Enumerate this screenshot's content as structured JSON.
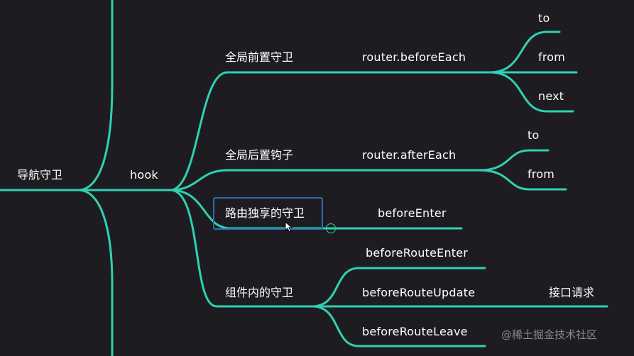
{
  "nodes": {
    "root": "导航守卫",
    "hook": "hook",
    "global_before": "全局前置守卫",
    "router_before_each": "router.beforeEach",
    "be_to": "to",
    "be_from": "from",
    "be_next": "next",
    "global_after": "全局后置钩子",
    "router_after_each": "router.afterEach",
    "ae_to": "to",
    "ae_from": "from",
    "route_exclusive": "路由独享的守卫",
    "before_enter": "beforeEnter",
    "component_guard": "组件内的守卫",
    "before_route_enter": "beforeRouteEnter",
    "before_route_update": "beforeRouteUpdate",
    "api_request": "接口请求",
    "before_route_leave": "beforeRouteLeave"
  },
  "watermark": "@稀土掘金技术社区",
  "colors": {
    "background": "#1e1c21",
    "branch": "#2fd1b2",
    "selection": "#2c6fa8"
  },
  "icons": {
    "collapse": "collapse-circle-icon",
    "cursor": "mouse-pointer-icon"
  }
}
